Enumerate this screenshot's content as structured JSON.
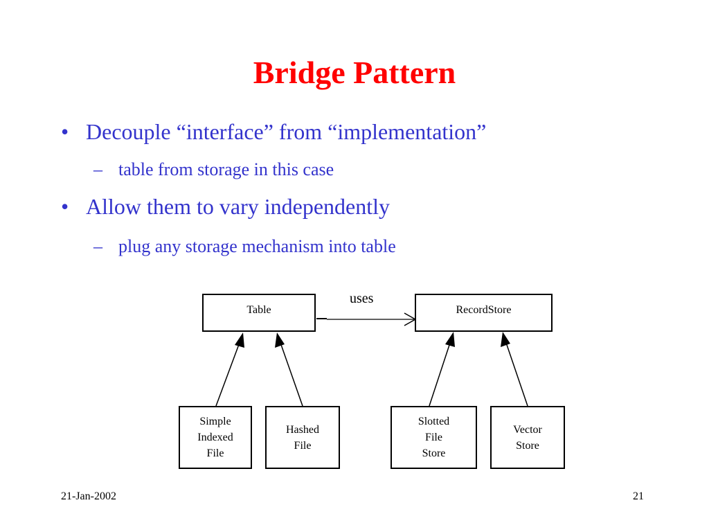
{
  "slide": {
    "title": "Bridge Pattern",
    "bullets": [
      {
        "marker": "•",
        "text": "Decouple “interface”  from “implementation”",
        "sub": {
          "marker": "–",
          "text": "table from storage in this case"
        }
      },
      {
        "marker": "•",
        "text": "Allow them to vary independently",
        "sub": {
          "marker": "–",
          "text": "plug any storage mechanism into table"
        }
      }
    ],
    "footer_date": "21-Jan-2002",
    "page_number": "21"
  },
  "diagram": {
    "uses_label": "uses",
    "abstractions": {
      "table": "Table",
      "record_store": "RecordStore"
    },
    "implementations": {
      "simple_indexed_file": [
        "Simple",
        "Indexed",
        "File"
      ],
      "hashed_file": [
        "Hashed",
        "File"
      ],
      "slotted_file_store": [
        "Slotted",
        "File",
        "Store"
      ],
      "vector_store": [
        "Vector",
        "Store"
      ]
    }
  },
  "colors": {
    "title": "#ff0000",
    "bullet_text": "#3333cc",
    "diagram": "#000000",
    "background": "#ffffff"
  }
}
